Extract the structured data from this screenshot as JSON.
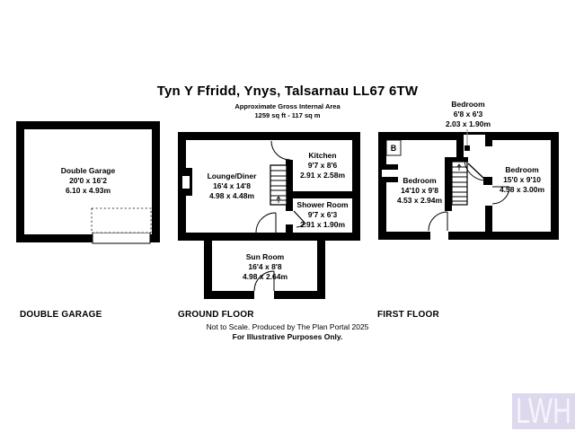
{
  "header": {
    "title": "Tyn Y Ffridd, Ynys, Talsarnau LL67 6TW",
    "subtitle1": "Approximate Gross Internal Area",
    "subtitle2": "1259 sq ft - 117 sq m"
  },
  "plans": {
    "garage": {
      "label": "DOUBLE GARAGE",
      "rooms": [
        {
          "name": "Double Garage",
          "imperial": "20'0 x 16'2",
          "metric": "6.10 x 4.93m"
        }
      ]
    },
    "ground": {
      "label": "GROUND FLOOR",
      "rooms": [
        {
          "name": "Lounge/Diner",
          "imperial": "16'4 x 14'8",
          "metric": "4.98 x 4.48m"
        },
        {
          "name": "Kitchen",
          "imperial": "9'7 x 8'6",
          "metric": "2.91 x 2.58m"
        },
        {
          "name": "Shower Room",
          "imperial": "9'7 x 6'3",
          "metric": "2.91 x 1.90m"
        },
        {
          "name": "Sun Room",
          "imperial": "16'4 x 8'8",
          "metric": "4.98 x 2.64m"
        }
      ]
    },
    "first": {
      "label": "FIRST FLOOR",
      "boiler_label": "B",
      "rooms": [
        {
          "name": "Bedroom",
          "imperial": "6'8 x 6'3",
          "metric": "2.03 x 1.90m"
        },
        {
          "name": "Bedroom",
          "imperial": "14'10 x 9'8",
          "metric": "4.53 x 2.94m"
        },
        {
          "name": "Bedroom",
          "imperial": "15'0 x 9'10",
          "metric": "4.58 x 3.00m"
        }
      ]
    }
  },
  "footer": {
    "line1": "Not to Scale. Produced by The Plan Portal 2025",
    "line2": "For Illustrative Purposes Only."
  },
  "watermark": {
    "text": "LWH",
    "bg": "#ddd8ed",
    "fg": "#f6f4fb"
  },
  "colors": {
    "walls": "#000000",
    "background": "#ffffff"
  }
}
